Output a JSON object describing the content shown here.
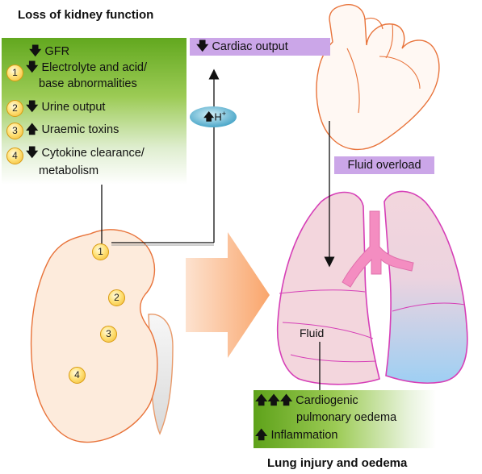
{
  "titles": {
    "kidney": "Loss of kidney function",
    "lung": "Lung injury and oedema"
  },
  "kidney_box": {
    "gfr": "GFR",
    "item1_line1": "Electrolyte and acid/",
    "item1_line2": "base abnormalities",
    "item2": "Urine output",
    "item3": "Uraemic toxins",
    "item4_line1": "Cytokine clearance/",
    "item4_line2": "metabolism",
    "numbers": [
      "1",
      "2",
      "3",
      "4"
    ]
  },
  "heart": {
    "cardiac_output": "Cardiac output",
    "fluid_overload": "Fluid overload"
  },
  "hydrogen": {
    "label": "H",
    "charge": "+"
  },
  "lung": {
    "fluid": "Fluid",
    "box_line1": "Cardiogenic",
    "box_line2": "pulmonary oedema",
    "box_line3": "Inflammation"
  },
  "kidney_markers": [
    "1",
    "2",
    "3",
    "4"
  ],
  "colors": {
    "green_dark": "#5ea21a",
    "purple": "#cba6e8",
    "kidney_fill": "#fdebdc",
    "heart_stroke": "#e8733a",
    "lung_fill": "#f3d6dd",
    "lung_stroke": "#d63fb7",
    "trachea": "#f48dc1",
    "blue_oedema": "#9ecff3",
    "arrow_orange": "#f9a56b",
    "h_ellipse": "#5fb8d6"
  },
  "icons": {
    "down_arrow": "down-arrow-icon",
    "up_arrow": "up-arrow-icon"
  }
}
